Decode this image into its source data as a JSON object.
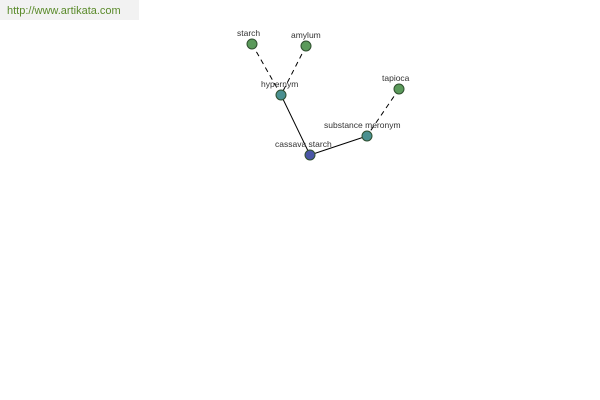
{
  "banner": {
    "url": "http://www.artikata.com"
  },
  "colors": {
    "edge": "#000000",
    "node_stroke": "#2f4f2f",
    "node_green": "#5b9a5b",
    "node_teal": "#4a9090",
    "node_center": "#4a56a6"
  },
  "nodes": [
    {
      "id": "starch",
      "label": "starch",
      "kind": "leaf"
    },
    {
      "id": "amylum",
      "label": "amylum",
      "kind": "leaf"
    },
    {
      "id": "hypernym",
      "label": "hypernym",
      "kind": "relation"
    },
    {
      "id": "tapioca",
      "label": "tapioca",
      "kind": "leaf"
    },
    {
      "id": "substance-meronym",
      "label": "substance meronym",
      "kind": "relation"
    },
    {
      "id": "cassava-starch",
      "label": "cassava starch",
      "kind": "center"
    }
  ],
  "edges": [
    {
      "from": "starch",
      "to": "hypernym",
      "style": "dashed"
    },
    {
      "from": "amylum",
      "to": "hypernym",
      "style": "dashed"
    },
    {
      "from": "hypernym",
      "to": "cassava-starch",
      "style": "solid"
    },
    {
      "from": "tapioca",
      "to": "substance-meronym",
      "style": "dashed"
    },
    {
      "from": "substance-meronym",
      "to": "cassava-starch",
      "style": "solid"
    }
  ]
}
